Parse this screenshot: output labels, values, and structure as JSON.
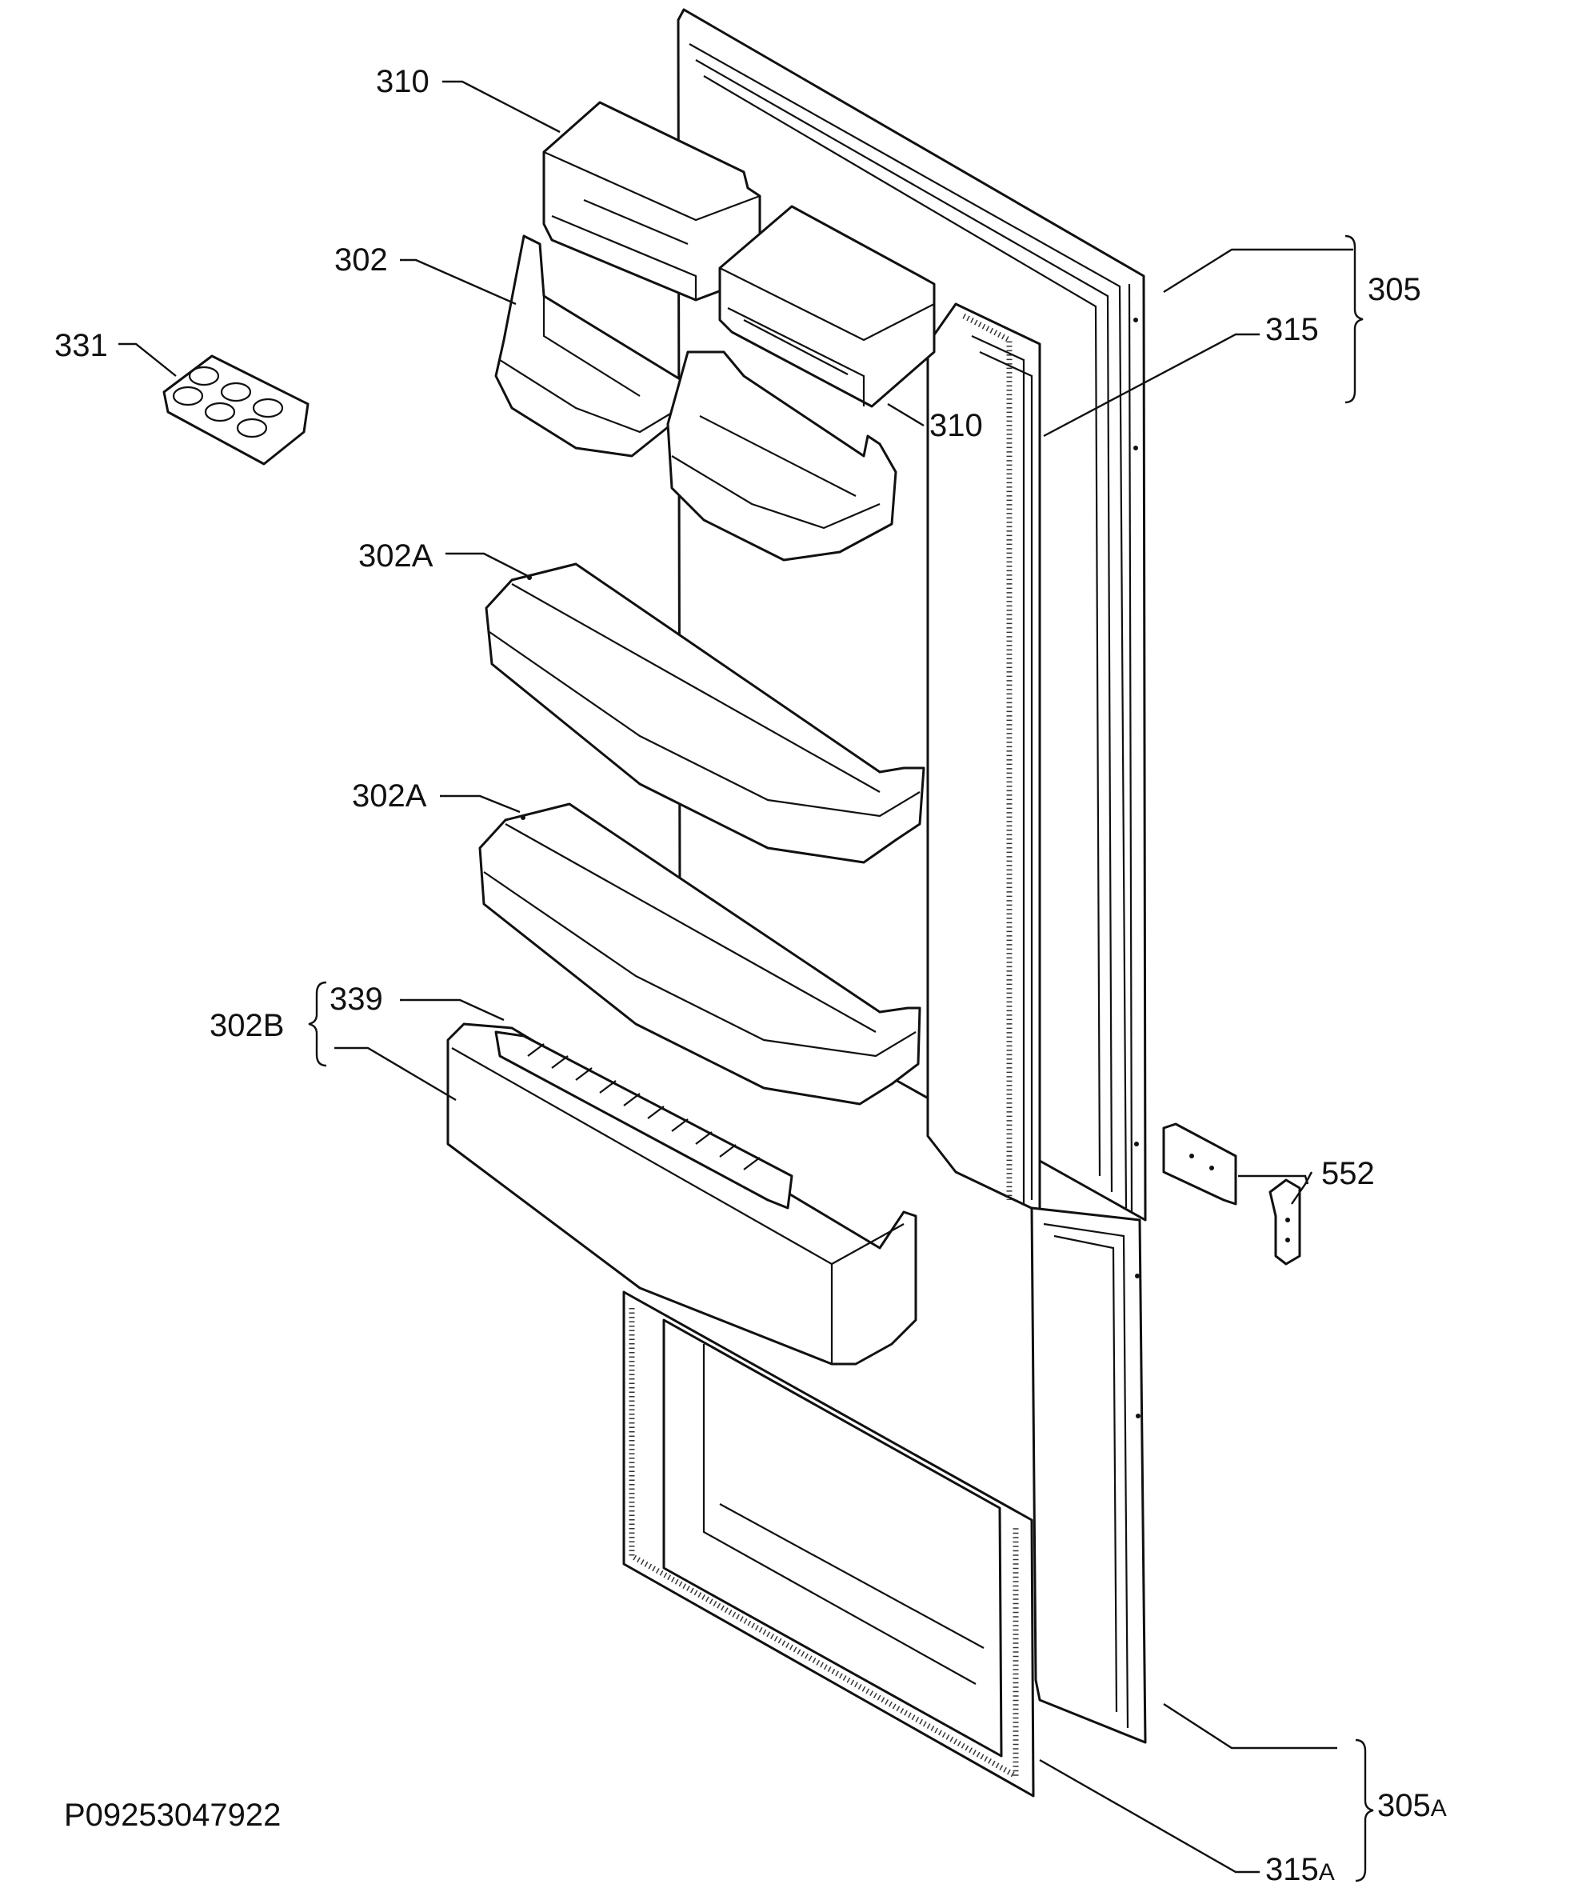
{
  "drawing_code": "P09253047922",
  "labels": {
    "l310a": "310",
    "l310b": "310",
    "l302": "302",
    "l331": "331",
    "l302A1": "302A",
    "l302A2": "302A",
    "l302B": "302B",
    "l339": "339",
    "l305": "305",
    "l315": "315",
    "l552": "552",
    "l305A": "305",
    "l305A_sub": "A",
    "l315A": "315",
    "l315A_sub": "A"
  },
  "parts": [
    {
      "id": "305",
      "name": "upper door"
    },
    {
      "id": "305A",
      "name": "lower door"
    },
    {
      "id": "315",
      "name": "upper door gasket"
    },
    {
      "id": "315A",
      "name": "lower door gasket"
    },
    {
      "id": "310",
      "name": "door box with lid"
    },
    {
      "id": "302",
      "name": "door shelf small"
    },
    {
      "id": "302A",
      "name": "door shelf"
    },
    {
      "id": "302B",
      "name": "bottle shelf"
    },
    {
      "id": "339",
      "name": "bottle retainer"
    },
    {
      "id": "331",
      "name": "egg tray"
    },
    {
      "id": "552",
      "name": "hinge"
    }
  ]
}
